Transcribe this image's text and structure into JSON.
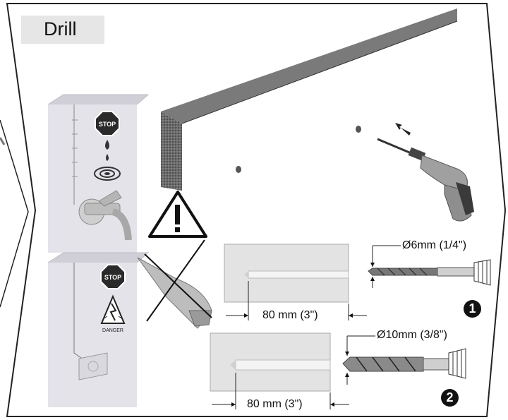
{
  "title": "Drill",
  "warnings": {
    "stop_sign_top": "STOP",
    "stop_sign_bottom": "STOP",
    "danger_label": "DANGER"
  },
  "specs": [
    {
      "number": "1",
      "diameter": "Ø6mm (1/4\")",
      "depth": "80  mm (3\")"
    },
    {
      "number": "2",
      "diameter": "Ø10mm (3/8\")",
      "depth": "80  mm (3\")"
    }
  ]
}
